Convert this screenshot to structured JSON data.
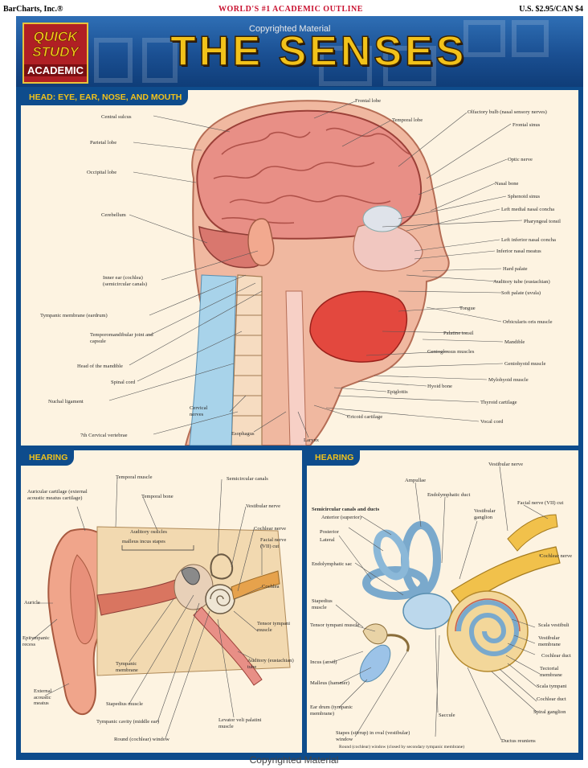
{
  "header": {
    "publisher": "BarCharts, Inc.®",
    "tagline": "WORLD'S #1 ACADEMIC OUTLINE",
    "price": "U.S. $2.95/CAN $4"
  },
  "logo": {
    "line1": "QUICK",
    "line2": "STUDY",
    "line3": "ACADEMIC"
  },
  "title": "THE SENSES",
  "copyright_top": "Copyrighted Material",
  "copyright_bottom": "Copyrighted Material",
  "colors": {
    "frame": "#0e4c8c",
    "title": "#f2c21a",
    "panel": "#fdf3e1",
    "logo_bg": "#b01f24"
  },
  "head_panel": {
    "title": "HEAD: EYE, EAR, NOSE, AND MOUTH",
    "labels": {
      "central_sulcus": "Central sulcus",
      "parietal_lobe": "Parietal lobe",
      "occipital_lobe": "Occipital lobe",
      "cerebellum": "Cerebellum",
      "inner_ear": "Inner ear (cochlea) (semicircular canals)",
      "tympanic_membrane": "Tympanic membrane (eardrum)",
      "tmj": "Temporomandibular joint and capsule",
      "head_mandible": "Head of the mandible",
      "spinal_cord": "Spinal cord",
      "nuchal_ligament": "Nuchal ligament",
      "cervical_vertebrae": "7th Cervical vertebrae",
      "cervical_nerves": "Cervical nerves",
      "esophagus": "Esophagus",
      "larynx": "Larynx",
      "frontal_lobe": "Frontal lobe",
      "temporal_lobe": "Temporal lobe",
      "olfactory_bulb": "Olfactory bulb (nasal sensory nerves)",
      "frontal_sinus": "Frontal sinus",
      "optic_nerve": "Optic nerve",
      "nasal_bone": "Nasal bone",
      "sphenoid_sinus": "Sphenoid sinus",
      "left_medial_concha": "Left medial nasal concha",
      "pharyngeal_tonsil": "Pharyngeal tonsil",
      "left_inferior_concha": "Left inferior nasal concha",
      "inferior_meatus": "Inferior nasal meatus",
      "hard_palate": "Hard palate",
      "auditory_tube": "Auditory tube (eustachian)",
      "soft_palate": "Soft palate (uvula)",
      "tongue": "Tongue",
      "orbicularis": "Orbicularis oris muscle",
      "palatine_tonsil": "Palatine tonsil",
      "mandible": "Mandible",
      "genioglossus": "Genioglossus muscles",
      "geniohyoid": "Geniohyoid muscle",
      "mylohyoid": "Mylohyoid muscle",
      "hyoid": "Hyoid bone",
      "epiglottis": "Epiglottis",
      "thyroid_cartilage": "Thyroid cartilage",
      "cricoid": "Cricoid cartilage",
      "vocal_cord": "Vocal cord"
    }
  },
  "hearing_left": {
    "title": "HEARING",
    "labels": {
      "temporal_muscle": "Temporal muscle",
      "temporal_bone": "Temporal bone",
      "auricular_cartilage": "Auricular cartilage (external acoustic meatus cartilage)",
      "semicircular": "Semicircular canals",
      "vestibular_nerve": "Vestibular nerve",
      "auditory_ossicles": "Auditory ossicles",
      "ossicles_names": "malleus  incus  stapes",
      "cochlear_nerve": "Cochlear nerve",
      "facial_nerve": "Facial nerve (VII) cut",
      "cochlea": "Cochlea",
      "auricle": "Auricle",
      "tensor_tympani": "Tensor tympani muscle",
      "epitympanic": "Epitympanic recess",
      "tympanic_membrane": "Tympanic membrane",
      "auditory_tube": "Auditory (eustachian) tube",
      "external_meatus": "External acoustic meatus",
      "stapedius": "Stapedius muscle",
      "tympanic_cavity": "Tympanic cavity (middle ear)",
      "levator": "Levator veli palatini muscle",
      "round_window": "Round (cochlear) window"
    }
  },
  "hearing_right": {
    "title": "HEARING",
    "labels": {
      "vestibular_nerve": "Vestibular nerve",
      "ampullae": "Ampullae",
      "endolymphatic_duct": "Endolymphatic duct",
      "semicircular_ducts": "Semicircular canals and ducts",
      "anterior": "Anterior (superior)",
      "posterior": "Posterior",
      "lateral": "Lateral",
      "vestibular_ganglion": "Vestibular ganglion",
      "facial_nerve": "Facial nerve (VII) cut",
      "endolymphatic_sac": "Endolymphatic sac",
      "cochlear_nerve": "Cochlear nerve",
      "stapedius": "Stapedius muscle",
      "tensor_tympani": "Tensor tympani muscle",
      "scala_vestibuli": "Scala vestibuli",
      "vestibular_membrane": "Vestibular membrane",
      "cochlear_duct1": "Cochlear duct",
      "tectorial": "Tectorial membrane",
      "incus": "Incus (anvil)",
      "malleus": "Malleus (hammer)",
      "scala_tympani": "Scala tympani",
      "cochlear_duct2": "Cochlear duct",
      "spiral_ganglion": "Spiral ganglion",
      "ear_drum": "Ear drum (tympanic membrane)",
      "saccule": "Saccule",
      "stapes": "Stapes (stirrup) in oval (vestibular) window",
      "round_window": "Round (cochlear) window (closed by secondary tympanic membrane)",
      "ductus_reuniens": "Ductus reuniens"
    }
  }
}
